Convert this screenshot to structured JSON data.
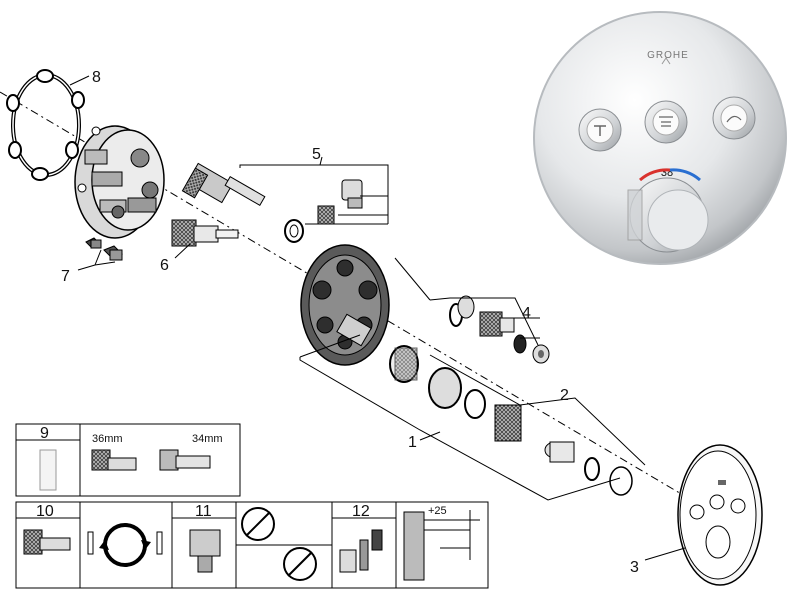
{
  "brand": "GROHE",
  "thermo_scale": "38",
  "callouts": {
    "c1": "1",
    "c2": "2",
    "c3": "3",
    "c4": "4",
    "c5": "5",
    "c6": "6",
    "c7": "7",
    "c8": "8"
  },
  "service_boxes": {
    "b9": "9",
    "b10": "10",
    "b11": "11",
    "b12": "12",
    "size_36": "36mm",
    "size_34": "34mm",
    "plus25": "+25"
  }
}
